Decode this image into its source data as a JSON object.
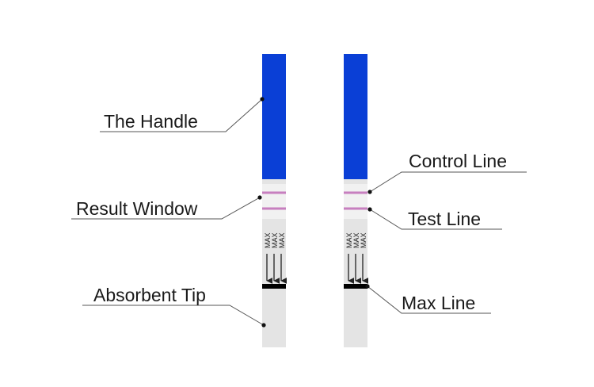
{
  "colors": {
    "handle": "#0a3fd6",
    "strip": "#e3e3e3",
    "window_lines": "#c77fbf",
    "max_bar": "#000000",
    "leader": "#444444"
  },
  "left_strip": {
    "labels": {
      "handle": "The Handle",
      "result_window": "Result Window",
      "absorbent_tip": "Absorbent Tip"
    },
    "max_text": [
      "MAX",
      "MAX",
      "MAX"
    ]
  },
  "right_strip": {
    "labels": {
      "control_line": "Control Line",
      "test_line": "Test Line",
      "max_line": "Max Line"
    },
    "max_text": [
      "MAX",
      "MAX",
      "MAX"
    ]
  }
}
